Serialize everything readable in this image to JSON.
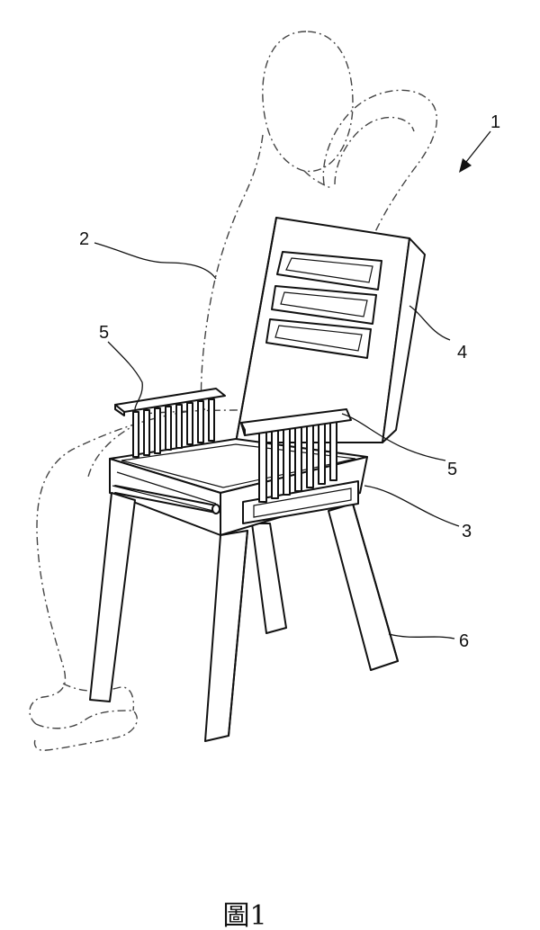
{
  "figure": {
    "caption": "圖1",
    "reference_numerals": {
      "assembly": "1",
      "user": "2",
      "seat": "3",
      "backrest": "4",
      "armrest_left": "5",
      "armrest_right": "5",
      "legs": "6"
    }
  }
}
